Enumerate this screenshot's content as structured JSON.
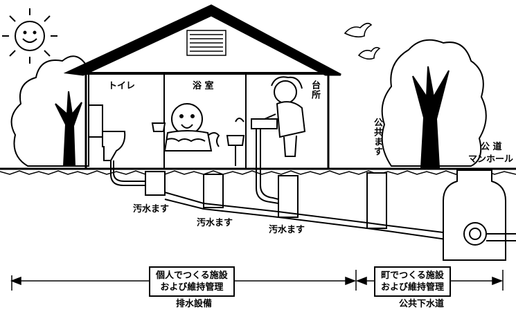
{
  "rooms": {
    "toilet": "トイレ",
    "bath": "浴 室",
    "kitchen": "台所"
  },
  "labels": {
    "public_basin": "公共ます",
    "public_manhole_top": "公 道",
    "public_manhole_bottom": "マンホール",
    "sewage_basin_1": "汚水ます",
    "sewage_basin_2": "汚水ます",
    "sewage_basin_3": "汚水ます"
  },
  "ranges": {
    "private": {
      "line1": "個人でつくる施設",
      "line2": "および維持管理",
      "caption": "排水設備"
    },
    "town": {
      "line1": "町でつくる施設",
      "line2": "および維持管理",
      "caption": "公共下水道"
    }
  }
}
